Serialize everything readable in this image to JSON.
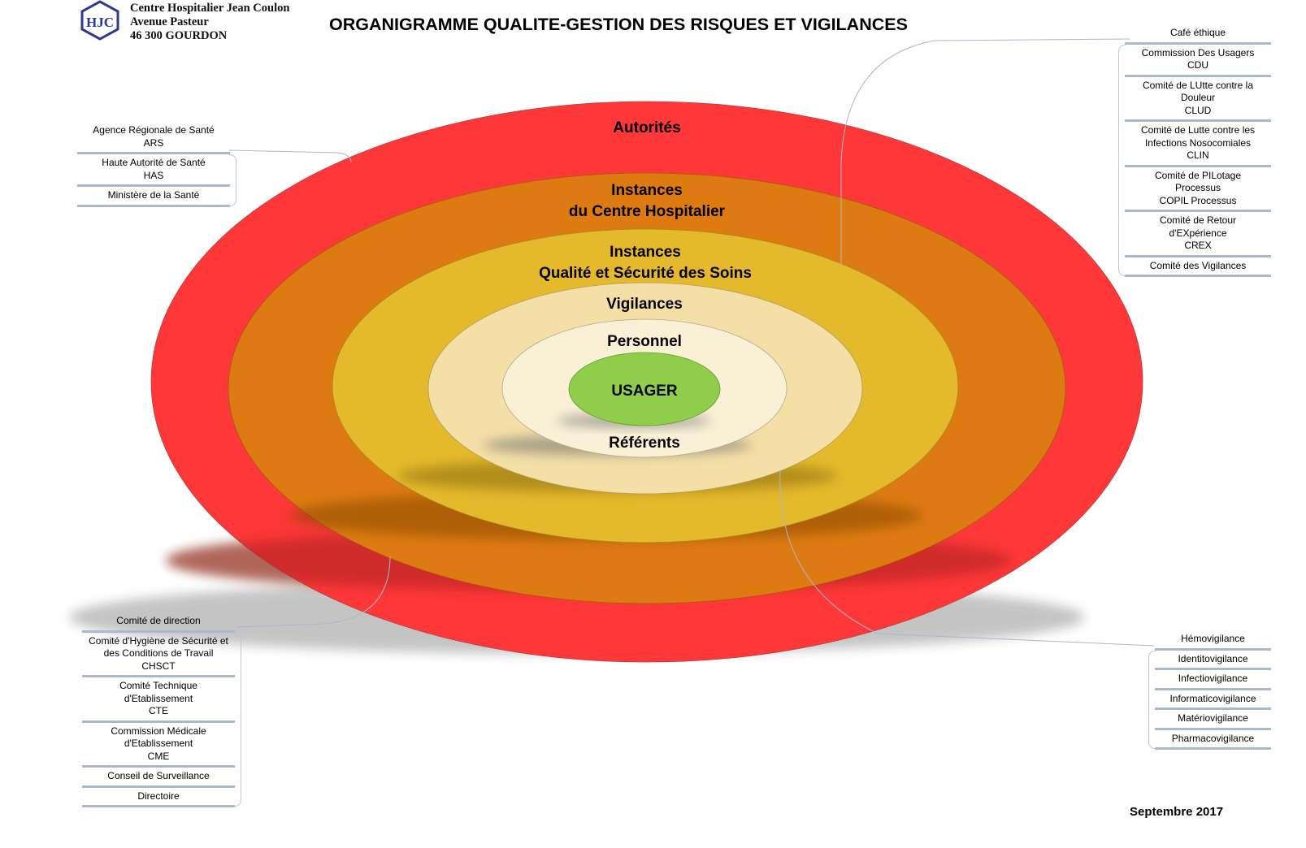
{
  "header": {
    "org_lines": [
      "Centre Hospitalier Jean Coulon",
      "Avenue Pasteur",
      "46 300 GOURDON"
    ],
    "logo_letters": "HJC",
    "title": "ORGANIGRAMME QUALITE-GESTION DES RISQUES ET VIGILANCES"
  },
  "colors": {
    "ring_autorites": "#fe3838",
    "ring_instances_ch": "#dd7b12",
    "ring_qualite": "#e4b92c",
    "ring_vigilances": "#f4dfa6",
    "ring_personnel": "#faf0d6",
    "core_usager": "#8fcd4b",
    "logo": "#2b3990",
    "list_rule": "#a9b8cd"
  },
  "rings": [
    {
      "id": "autorites",
      "lines": [
        "Autorités"
      ]
    },
    {
      "id": "instances-ch",
      "lines": [
        "Instances",
        "du Centre Hospitalier"
      ]
    },
    {
      "id": "qualite",
      "lines": [
        "Instances",
        "Qualité et Sécurité des Soins"
      ]
    },
    {
      "id": "vigilances",
      "lines": [
        "Vigilances"
      ]
    },
    {
      "id": "personnel",
      "lines": [
        "Personnel"
      ]
    },
    {
      "id": "referents",
      "lines": [
        "Référents"
      ]
    },
    {
      "id": "usager",
      "lines": [
        "USAGER"
      ]
    }
  ],
  "lists": {
    "autorites": [
      {
        "lines": [
          "Agence Régionale de Santé",
          "ARS"
        ]
      },
      {
        "lines": [
          "Haute Autorité de Santé",
          "HAS"
        ]
      },
      {
        "lines": [
          "Ministère de la Santé"
        ]
      }
    ],
    "instances_qualite": [
      {
        "lines": [
          "Café éthique"
        ]
      },
      {
        "lines": [
          "Commission Des Usagers",
          "CDU"
        ]
      },
      {
        "lines": [
          "Comité de LUtte contre la",
          "Douleur",
          "CLUD"
        ]
      },
      {
        "lines": [
          "Comité de Lutte contre les",
          "Infections Nosocomiales",
          "CLIN"
        ]
      },
      {
        "lines": [
          "Comité de PILotage",
          "Processus",
          "COPIL Processus"
        ]
      },
      {
        "lines": [
          "Comité de Retour",
          "d'EXpérience",
          "CREX"
        ]
      },
      {
        "lines": [
          "Comité des Vigilances"
        ]
      }
    ],
    "instances_ch": [
      {
        "lines": [
          "Comité de direction"
        ]
      },
      {
        "lines": [
          "Comité d'Hygiène de Sécurité et",
          "des Conditions de Travail",
          "CHSCT"
        ]
      },
      {
        "lines": [
          "Comité Technique",
          "d'Etablissement",
          "CTE"
        ]
      },
      {
        "lines": [
          "Commission Médicale",
          "d'Etablissement",
          "CME"
        ]
      },
      {
        "lines": [
          "Conseil de Surveillance"
        ]
      },
      {
        "lines": [
          "Directoire"
        ]
      }
    ],
    "vigilances": [
      {
        "lines": [
          "Hémovigilance"
        ]
      },
      {
        "lines": [
          "Identitovigilance"
        ]
      },
      {
        "lines": [
          "Infectiovigilance"
        ]
      },
      {
        "lines": [
          "Informaticovigilance"
        ]
      },
      {
        "lines": [
          "Matériovigilance"
        ]
      },
      {
        "lines": [
          "Pharmacovigilance"
        ]
      }
    ]
  },
  "footer": {
    "date": "Septembre 2017"
  }
}
